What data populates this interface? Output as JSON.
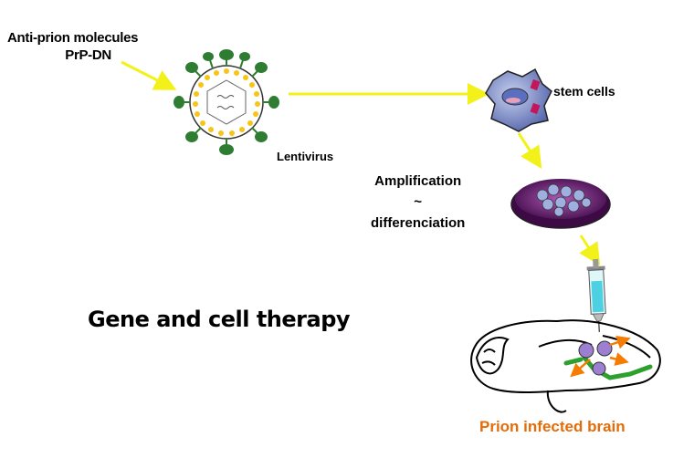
{
  "labels": {
    "anti_prion_line1": "Anti-prion molecules",
    "anti_prion_line2": "PrP-DN",
    "lentivirus": "Lentivirus",
    "stem_cells": "stem cells",
    "amplification": "Amplification",
    "tilde": "~",
    "differenciation": "differenciation",
    "therapy_title": "Gene and cell therapy",
    "infected_brain": "Prion infected brain"
  },
  "colors": {
    "arrow_yellow": "#f2f21a",
    "virus_green": "#2e7d32",
    "virus_dots": "#f5c518",
    "cell_blue": "#7a8fc8",
    "dish_purple": "#6a1b6e",
    "syringe_cyan": "#4dd0e1",
    "brain_green": "#2ea02e",
    "orange_arrow": "#f57c00",
    "prion_text": "#e36c09"
  },
  "icons": [
    "lentivirus-icon",
    "stem-cell-icon",
    "petri-dish-icon",
    "syringe-icon",
    "brain-icon"
  ]
}
